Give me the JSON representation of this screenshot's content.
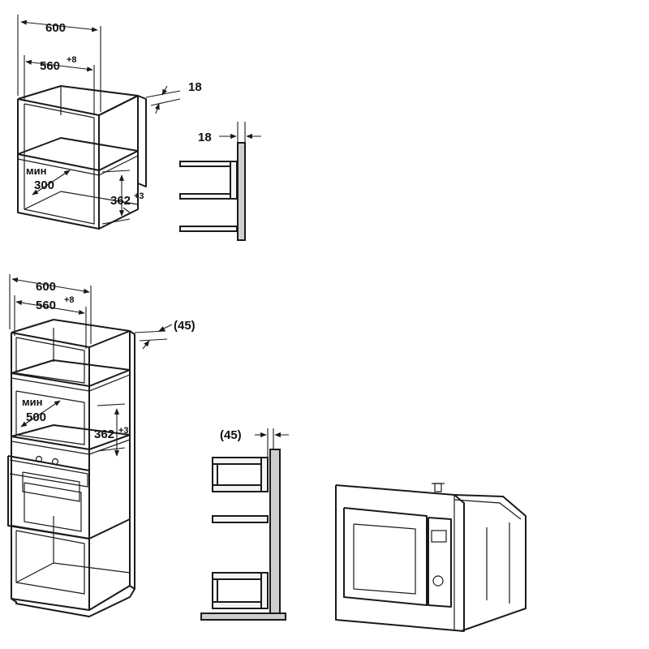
{
  "top_cabinet": {
    "outer_width": "600",
    "inner_width": "560",
    "inner_width_tol": "+8",
    "wall_thickness": "18",
    "min_label": "мин",
    "min_depth": "300",
    "opening_height": "362",
    "opening_height_tol": "+3"
  },
  "top_side_detail": {
    "thickness": "18"
  },
  "tall_cabinet": {
    "outer_width": "600",
    "inner_width": "560",
    "inner_width_tol": "+8",
    "frame_offset": "(45)",
    "min_label": "мин",
    "min_depth": "500",
    "opening_height": "362",
    "opening_height_tol": "+3"
  },
  "tall_side_detail": {
    "offset": "(45)"
  }
}
